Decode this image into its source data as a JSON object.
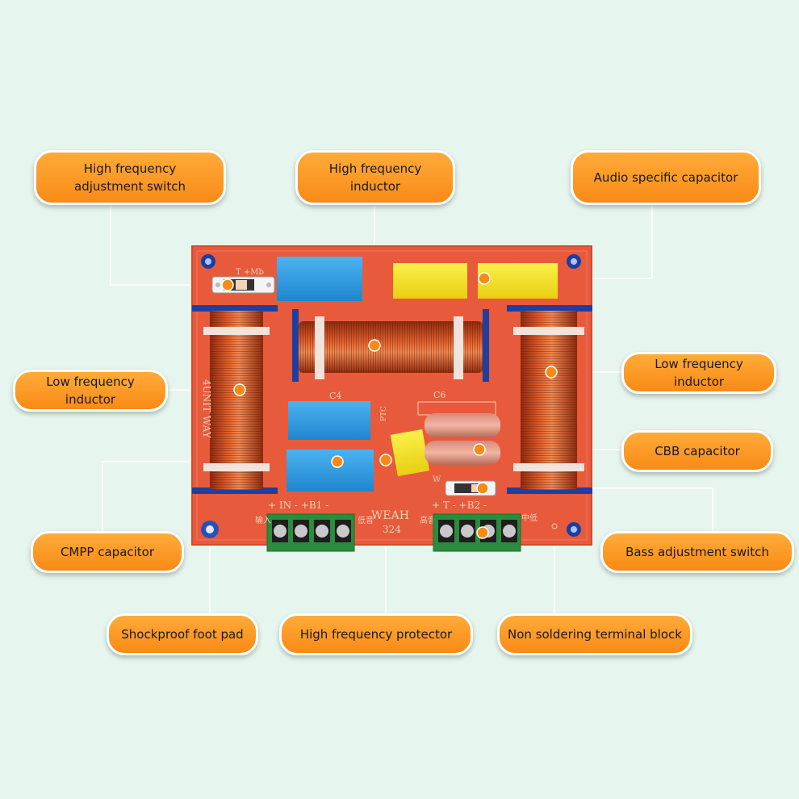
{
  "board": {
    "switch_top_label": "T +Mb",
    "cap_c4": "C4",
    "cap_c6": "C6",
    "ptc": "PTC",
    "coil_left_text": "4UNIT WAY",
    "input_terminal": "+ IN - +B1 -",
    "brand": "WEAH",
    "model": "324",
    "output_terminal": "+ T - +B2 -",
    "cn_low": "低音",
    "cn_high": "高音",
    "cn_in": "输入",
    "cn_mid": "中低",
    "switch_bottom_label": "W"
  },
  "callouts": [
    {
      "id": "hf-switch",
      "line1": "High frequency",
      "line2": "adjustment switch"
    },
    {
      "id": "hf-inductor",
      "line1": "High frequency inductor",
      "line2": ""
    },
    {
      "id": "audio-cap",
      "line1": "Audio specific capacitor",
      "line2": ""
    },
    {
      "id": "lf-inductor-left",
      "line1": "Low frequency inductor",
      "line2": ""
    },
    {
      "id": "lf-inductor-right",
      "line1": "Low frequency inductor",
      "line2": ""
    },
    {
      "id": "cbb-cap",
      "line1": "CBB capacitor",
      "line2": ""
    },
    {
      "id": "cmpp-cap",
      "line1": "CMPP capacitor",
      "line2": ""
    },
    {
      "id": "bass-switch",
      "line1": "Bass adjustment switch",
      "line2": ""
    },
    {
      "id": "foot-pad",
      "line1": "Shockproof foot pad",
      "line2": ""
    },
    {
      "id": "hf-protector",
      "line1": "High frequency protector",
      "line2": ""
    },
    {
      "id": "terminal-block",
      "line1": "Non soldering terminal block",
      "line2": ""
    }
  ],
  "colors": {
    "pcb": "#e85a3c",
    "callout": "#f99a28",
    "copper": "#c8451f",
    "blue_cap": "#2f9be0",
    "yellow_cap": "#f6e31e",
    "terminal": "#2a8c3e",
    "leader": "#ffffff"
  }
}
